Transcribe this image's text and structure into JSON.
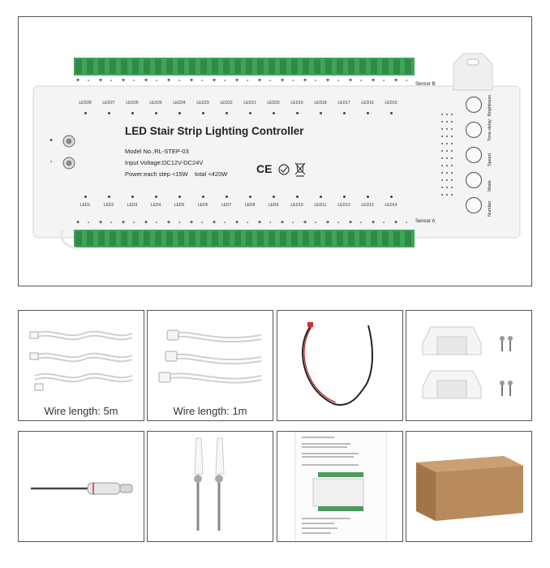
{
  "controller": {
    "title": "LED Stair Strip Lighting Controller",
    "model": "Model No.:RL-STEP-03",
    "voltage": "Input Voltage:DC12V-DC24V",
    "power": "Power:each step <15W    total <420W",
    "sensor_b": "Sensor B",
    "sensor_a": "Sensor A",
    "top_leds": [
      "LED28",
      "LED27",
      "LED26",
      "LED25",
      "LED24",
      "LED23",
      "LED22",
      "LED21",
      "LED20",
      "LED19",
      "LED18",
      "LED17",
      "LED16",
      "LED15"
    ],
    "bottom_leds": [
      "LED1",
      "LED2",
      "LED3",
      "LED4",
      "LED5",
      "LED6",
      "LED7",
      "LED8",
      "LED9",
      "LED10",
      "LED11",
      "LED12",
      "LED13",
      "LED14"
    ],
    "buttons": [
      "Brightness",
      "Time-delay",
      "Speed",
      "Mode",
      "Number"
    ],
    "plus": "+",
    "minus": "-",
    "cert_ce": "CE"
  },
  "accessories": {
    "wire_5m": "Wire length: 5m",
    "wire_1m": "Wire length: 1m"
  },
  "colors": {
    "terminal_green": "#3fa35a",
    "housing": "#f2f2f2",
    "cardboard": "#b98a5b"
  }
}
